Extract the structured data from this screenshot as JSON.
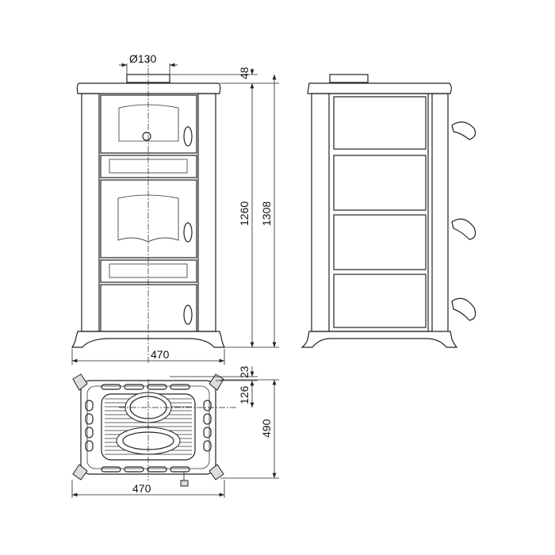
{
  "title": "Stove technical dimension drawing",
  "front_view": {
    "flue_diameter": "Ø130",
    "flue_height": "48",
    "body_height": "1260",
    "total_height": "1308",
    "width": "470"
  },
  "top_view": {
    "flue_offset_edge": "23",
    "flue_offset_center": "126",
    "depth": "490",
    "width": "470"
  },
  "colors": {
    "line": "#222222",
    "background": "#ffffff"
  }
}
